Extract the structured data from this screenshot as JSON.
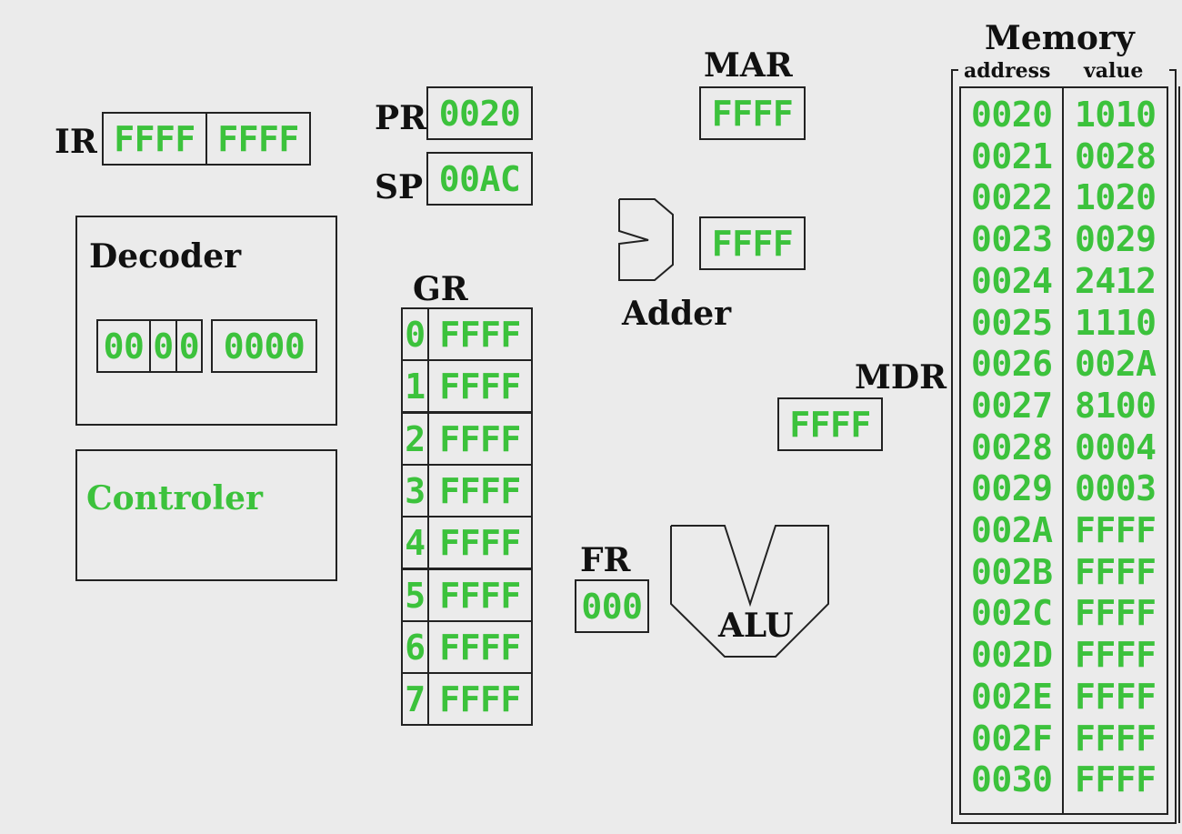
{
  "labels": {
    "ir": "IR",
    "pr": "PR",
    "sp": "SP",
    "mar": "MAR",
    "mdr": "MDR",
    "gr": "GR",
    "fr": "FR",
    "adder": "Adder",
    "alu": "ALU",
    "decoder": "Decoder",
    "controler": "Controler",
    "memory": "Memory",
    "address": "address",
    "value": "value"
  },
  "ir": [
    "FFFF",
    "FFFF"
  ],
  "pr": "0020",
  "sp": "00AC",
  "mar": "FFFF",
  "adder_out": "FFFF",
  "mdr": "FFFF",
  "fr": "000",
  "decoder": {
    "fields": [
      "00",
      "0",
      "0"
    ],
    "operand": "0000"
  },
  "gr": [
    {
      "index": "0",
      "value": "FFFF"
    },
    {
      "index": "1",
      "value": "FFFF"
    },
    {
      "index": "2",
      "value": "FFFF"
    },
    {
      "index": "3",
      "value": "FFFF"
    },
    {
      "index": "4",
      "value": "FFFF"
    },
    {
      "index": "5",
      "value": "FFFF"
    },
    {
      "index": "6",
      "value": "FFFF"
    },
    {
      "index": "7",
      "value": "FFFF"
    }
  ],
  "memory": [
    {
      "address": "0020",
      "value": "1010"
    },
    {
      "address": "0021",
      "value": "0028"
    },
    {
      "address": "0022",
      "value": "1020"
    },
    {
      "address": "0023",
      "value": "0029"
    },
    {
      "address": "0024",
      "value": "2412"
    },
    {
      "address": "0025",
      "value": "1110"
    },
    {
      "address": "0026",
      "value": "002A"
    },
    {
      "address": "0027",
      "value": "8100"
    },
    {
      "address": "0028",
      "value": "0004"
    },
    {
      "address": "0029",
      "value": "0003"
    },
    {
      "address": "002A",
      "value": "FFFF"
    },
    {
      "address": "002B",
      "value": "FFFF"
    },
    {
      "address": "002C",
      "value": "FFFF"
    },
    {
      "address": "002D",
      "value": "FFFF"
    },
    {
      "address": "002E",
      "value": "FFFF"
    },
    {
      "address": "002F",
      "value": "FFFF"
    },
    {
      "address": "0030",
      "value": "FFFF"
    }
  ],
  "colors": {
    "value_green": "#3cc23c",
    "background": "#ebebeb",
    "border": "#222222"
  }
}
